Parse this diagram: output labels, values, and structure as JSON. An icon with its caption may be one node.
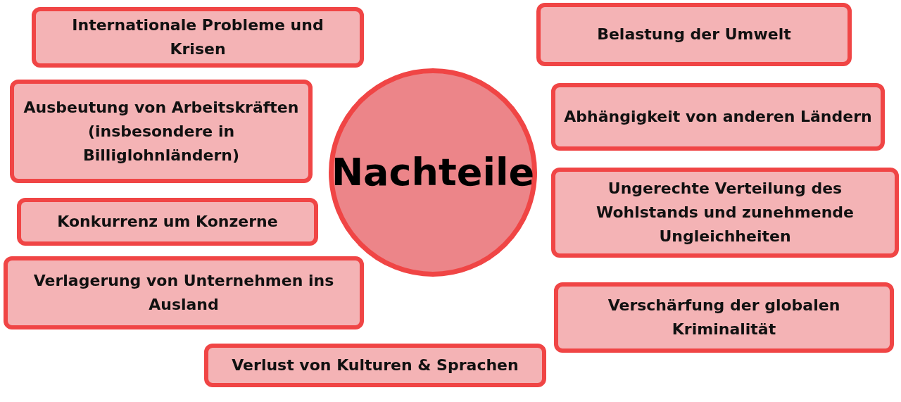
{
  "diagram": {
    "nodes": [
      {
        "text": [
          "Internationale Probleme und Krisen"
        ]
      },
      {
        "text": [
          "Belastung der Umwelt"
        ]
      },
      {
        "text": [
          "Ausbeutung von Arbeitskräften (insbesondere in Billiglohnländern)"
        ]
      },
      {
        "text": [
          "Nachteile"
        ]
      },
      {
        "text": [
          "Abhängigkeit von anderen Ländern"
        ]
      },
      {
        "text": [
          "Ungerechte Verteilung des Wohlstands und zunehmende Ungleichheiten"
        ]
      },
      {
        "text": [
          "Konkurrenz um Konzerne"
        ]
      },
      {
        "text": [
          "Verlagerung von Unternehmen ins Ausland"
        ]
      },
      {
        "text": [
          "Verschärfung der globalen Kriminalität"
        ]
      },
      {
        "text": [
          "Verlust von Kulturen & Sprachen"
        ]
      }
    ]
  }
}
